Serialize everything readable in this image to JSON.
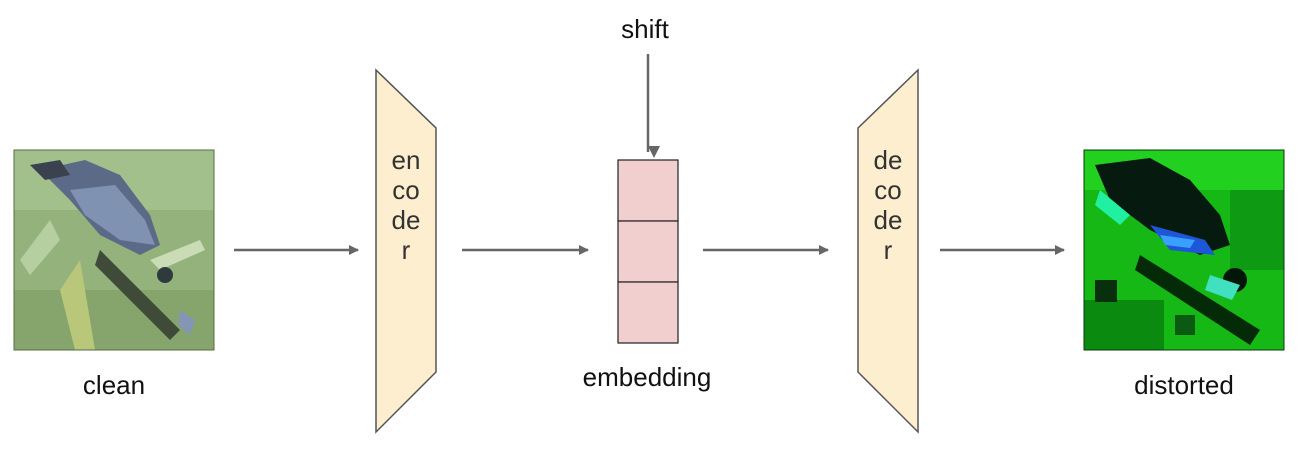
{
  "labels": {
    "shift": "shift",
    "clean": "clean",
    "embedding": "embedding",
    "distorted": "distorted"
  },
  "blocks": {
    "encoder": "encoder",
    "decoder": "decoder"
  },
  "embedding_cells": 3,
  "colors": {
    "trapezoid_fill": "#fdeed0",
    "trapezoid_stroke": "#555555",
    "embedding_fill": "#f2cfcf",
    "arrow": "#666666",
    "clean_image_tone": "#8fae76",
    "distorted_image_tone": "#18c818"
  }
}
